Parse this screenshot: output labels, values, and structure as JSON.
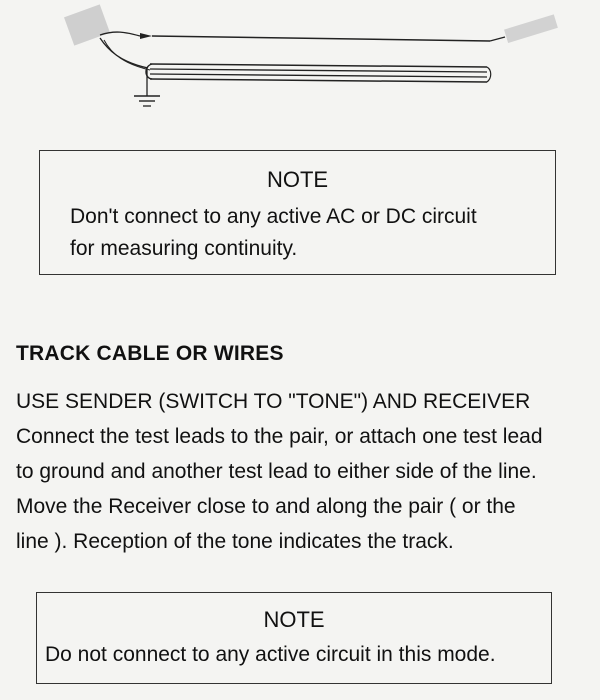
{
  "note1": {
    "title": "NOTE",
    "line1": "Don't connect to any active AC or DC circuit",
    "line2": "for measuring continuity."
  },
  "section": {
    "heading": "TRACK CABLE OR WIRES",
    "lines": [
      "USE SENDER (SWITCH TO \"TONE\") AND RECEIVER",
      "Connect the test leads to the pair, or attach one test lead",
      "to ground and another test lead to either side of the line.",
      "Move the Receiver close to and along the pair ( or the",
      "line ). Reception of the tone indicates the track."
    ]
  },
  "note2": {
    "title": "NOTE",
    "line1": "Do not connect to any active circuit in this mode."
  }
}
